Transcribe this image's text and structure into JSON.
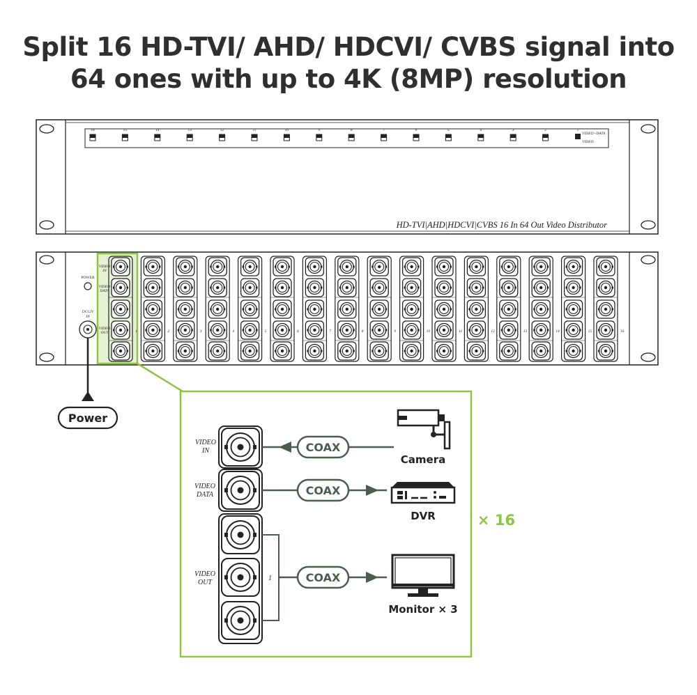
{
  "title": {
    "line1": "Split 16 HD-TVI/ AHD/ HDCVI/ CVBS signal into",
    "line2": "64 ones with up to 4K (8MP) resolution"
  },
  "front_panel": {
    "channel_numbers": [
      "16",
      "15",
      "14",
      "13",
      "12",
      "11",
      "10",
      "9",
      "8",
      "7",
      "6",
      "5",
      "4",
      "3",
      "2",
      "1"
    ],
    "switch_label_top": "VIDEO+DATA",
    "switch_label_bottom": "VIDEO",
    "model_label": "HD-TVI|AHD|HDCVI|CVBS  16 In 64 Out Video Distributor"
  },
  "rear_panel": {
    "power_label": "POWER",
    "dc_label_1": "DC12V",
    "dc_label_2": "IN",
    "port_labels": {
      "video_in_1": "VIDEO",
      "video_in_2": "IN",
      "video_data_1": "VIDEO",
      "video_data_2": "DATA",
      "video_out_1": "VIDEO",
      "video_out_2": "OUT"
    },
    "channel_numbers": [
      "1",
      "2",
      "3",
      "4",
      "5",
      "6",
      "7",
      "8",
      "9",
      "10",
      "11",
      "12",
      "13",
      "14",
      "15",
      "16"
    ]
  },
  "power_callout": "Power",
  "detail": {
    "video_in_label": [
      "VIDEO",
      "IN"
    ],
    "video_data_label": [
      "VIDEO",
      "DATA"
    ],
    "video_out_label": [
      "VIDEO",
      "OUT"
    ],
    "channel_mark": "1",
    "coax_label": "COAX",
    "camera_label": "Camera",
    "dvr_label": "DVR",
    "monitor_label": "Monitor × 3",
    "multiplier": "× 16"
  },
  "colors": {
    "highlight_green": "#8cc63f",
    "connector_gray": "#4a5e4e",
    "outline": "#222222"
  }
}
